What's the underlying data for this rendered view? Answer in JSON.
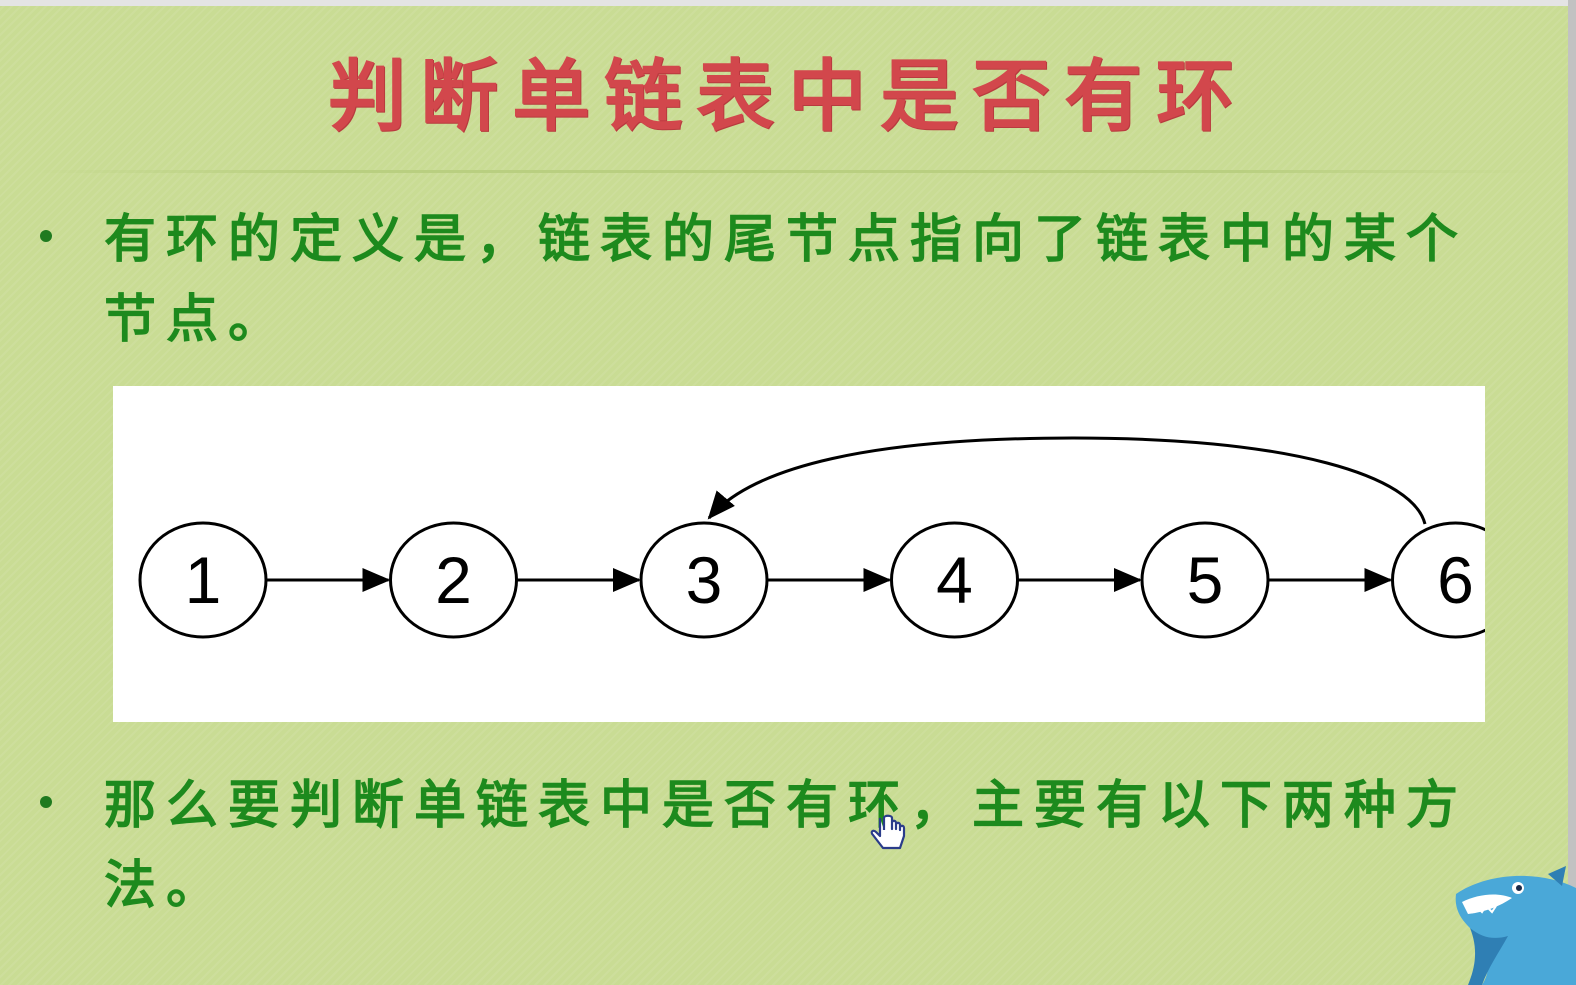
{
  "slide": {
    "title": "判断单链表中是否有环",
    "bullet1": "有环的定义是，链表的尾节点指向了链表中的某个节点。",
    "bullet2": "那么要判断单链表中是否有环，主要有以下两种方法。"
  },
  "diagram": {
    "nodes": [
      "1",
      "2",
      "3",
      "4",
      "5",
      "6"
    ],
    "cycle_from": "6",
    "cycle_to": "3"
  },
  "colors": {
    "background": "#c9dc94",
    "title": "#d2474c",
    "body_text": "#1d8a1d"
  },
  "icons": {
    "cursor": "hand-pointer-icon",
    "mascot": "shark-mascot-icon"
  }
}
